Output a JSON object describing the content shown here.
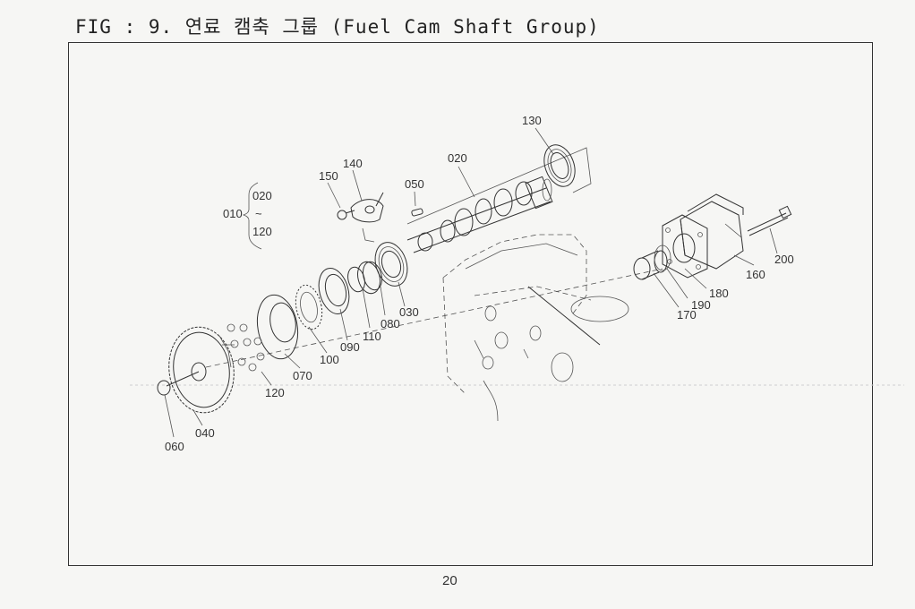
{
  "page": {
    "title": "FIG : 9. 연료 캠축 그룹 (Fuel Cam Shaft Group)",
    "page_number": "20"
  },
  "callouts": {
    "c130": "130",
    "c140": "140",
    "c150": "150",
    "c020": "020",
    "c050": "050",
    "c010": "010",
    "c010_from": "020",
    "c010_tilde": "~",
    "c010_to": "120",
    "c200": "200",
    "c160": "160",
    "c180": "180",
    "c190": "190",
    "c170": "170",
    "c030": "030",
    "c080": "080",
    "c110": "110",
    "c090": "090",
    "c100": "100",
    "c070": "070",
    "c120": "120",
    "c040": "040",
    "c060": "060"
  }
}
